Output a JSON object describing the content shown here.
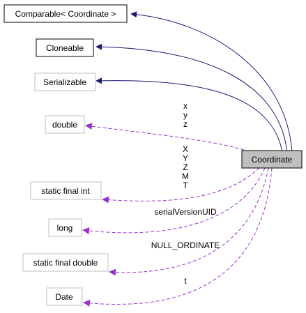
{
  "diagram": {
    "focus": {
      "label": "Coordinate",
      "fill": "#bfbfbf",
      "border": "#000000"
    },
    "bases": [
      {
        "label": "Comparable< Coordinate >",
        "border": "#000000"
      },
      {
        "label": "Cloneable",
        "border": "#000000"
      },
      {
        "label": "Serializable",
        "border": "#bfbfbf"
      }
    ],
    "members": [
      {
        "label": "double",
        "edge_labels": [
          "x",
          "y",
          "z"
        ]
      },
      {
        "label": "static final int",
        "edge_labels": [
          "X",
          "Y",
          "Z",
          "M",
          "T"
        ]
      },
      {
        "label": "long",
        "edge_labels": [
          "serialVersionUID"
        ]
      },
      {
        "label": "static final double",
        "edge_labels": [
          "NULL_ORDINATE"
        ]
      },
      {
        "label": "Date",
        "edge_labels": [
          "t"
        ]
      }
    ],
    "colors": {
      "inheritance_edge": "#191970",
      "usage_edge": "#9a32cd",
      "member_border": "#bfbfbf",
      "text": "#000000"
    }
  }
}
